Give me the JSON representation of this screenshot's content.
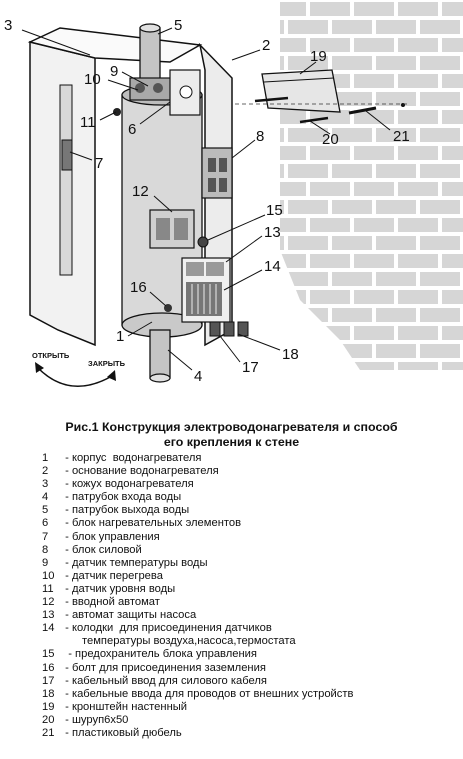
{
  "figure": {
    "callouts": [
      "1",
      "2",
      "3",
      "4",
      "5",
      "6",
      "7",
      "8",
      "9",
      "10",
      "11",
      "12",
      "13",
      "14",
      "15",
      "16",
      "17",
      "18",
      "19",
      "20",
      "21"
    ],
    "rotate_open": "ОТКРЫТЬ",
    "rotate_close": "ЗАКРЫТЬ"
  },
  "caption": {
    "line1": "Рис.1 Конструкция электроводонагревателя и способ",
    "line2": "его крепления к стене"
  },
  "legend": [
    {
      "num": "1",
      "text": " - корпус  водонагревателя"
    },
    {
      "num": "2",
      "text": " - основание водонагревателя"
    },
    {
      "num": "3",
      "text": " - кожух водонагревателя"
    },
    {
      "num": "4",
      "text": " - патрубок входа воды"
    },
    {
      "num": "5",
      "text": " - патрубок выхода воды"
    },
    {
      "num": "6",
      "text": " - блок нагревательных элементов"
    },
    {
      "num": "7",
      "text": " - блок управления"
    },
    {
      "num": "8",
      "text": " - блок силовой"
    },
    {
      "num": "9",
      "text": " - датчик температуры воды"
    },
    {
      "num": "10",
      "text": " - датчик перегрева"
    },
    {
      "num": "11",
      "text": " - датчик уровня воды"
    },
    {
      "num": "12",
      "text": " - вводной автомат"
    },
    {
      "num": "13",
      "text": " - автомат защиты насоса"
    },
    {
      "num": "14",
      "text": " - колодки  для присоединения датчиков",
      "cont": "температуры воздуха,насоса,термостата"
    },
    {
      "num": "15",
      "text": "  - предохранитель блока управления"
    },
    {
      "num": "16",
      "text": " - болт для присоединения заземления"
    },
    {
      "num": "17",
      "text": " - кабельный ввод для силового кабеля"
    },
    {
      "num": "18",
      "text": " - кабельные ввода для проводов от внешних устройств"
    },
    {
      "num": "19",
      "text": " - кронштейн настенный"
    },
    {
      "num": "20",
      "text": " - шуруп6х50"
    },
    {
      "num": "21",
      "text": " - пластиковый дюбель"
    }
  ]
}
